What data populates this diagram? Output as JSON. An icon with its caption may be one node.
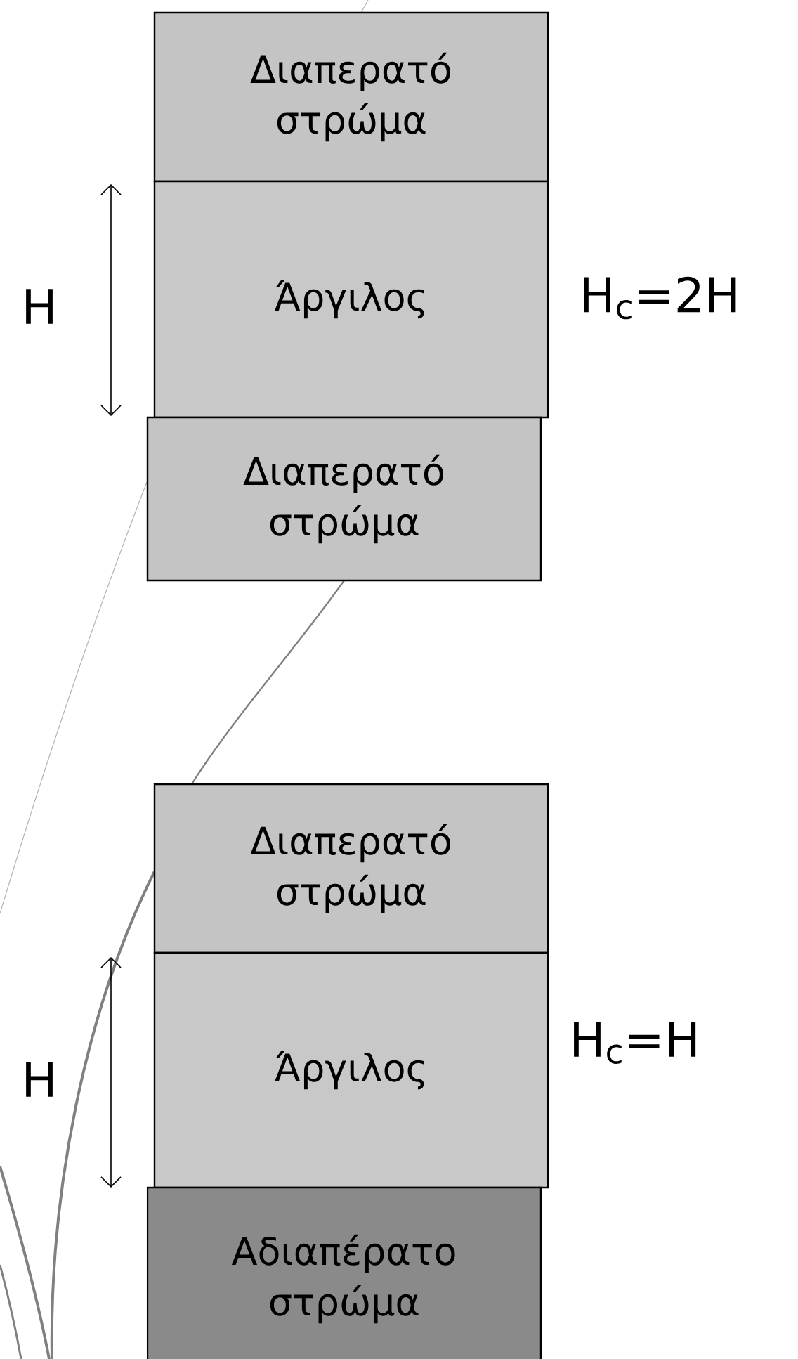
{
  "diagram": {
    "nodes": [
      {
        "text": [
          "Διαπερατό στρώμα"
        ]
      },
      {
        "text": [
          "Άργιλος"
        ]
      },
      {
        "text": [
          "Διαπερατό στρώμα"
        ]
      },
      {
        "text": [
          "Διαπερατό στρώμα"
        ]
      },
      {
        "text": [
          "Άργιλος"
        ]
      },
      {
        "text": [
          "Αδιαπέρατο στρώμα"
        ]
      }
    ],
    "labels": [
      "H",
      "H$_{c}$=2H",
      "H",
      "H$_{c}$=H"
    ]
  }
}
